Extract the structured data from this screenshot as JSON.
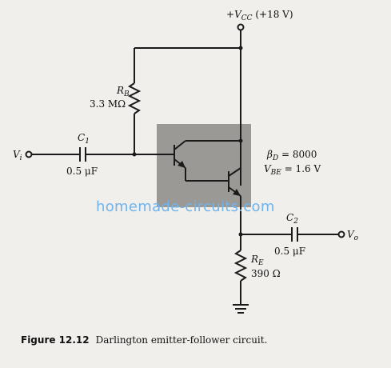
{
  "circuit": {
    "vcc": {
      "label": "V",
      "sub": "CC",
      "value": "(+18 V)"
    },
    "rb": {
      "name": "R",
      "sub": "B",
      "value": "3.3 MΩ"
    },
    "c1": {
      "name": "C",
      "sub": "1",
      "value": "0.5 μF"
    },
    "vi": {
      "name": "V",
      "sub": "i"
    },
    "beta": {
      "name": "β",
      "sub": "D",
      "value": "= 8000"
    },
    "vbe": {
      "name": "V",
      "sub": "BE",
      "value": "= 1.6 V"
    },
    "c2": {
      "name": "C",
      "sub": "2",
      "value": "0.5 μF"
    },
    "vo": {
      "name": "V",
      "sub": "o"
    },
    "re": {
      "name": "R",
      "sub": "E",
      "value": "390 Ω"
    }
  },
  "watermark": "homemade-circuits.com",
  "caption": {
    "figure": "Figure 12.12",
    "text": "Darlington emitter-follower circuit."
  },
  "colors": {
    "line": "#1a1a1a",
    "shade": "#8c8a86",
    "watermark": "#6fb4ee",
    "background": "#f1efeb"
  }
}
